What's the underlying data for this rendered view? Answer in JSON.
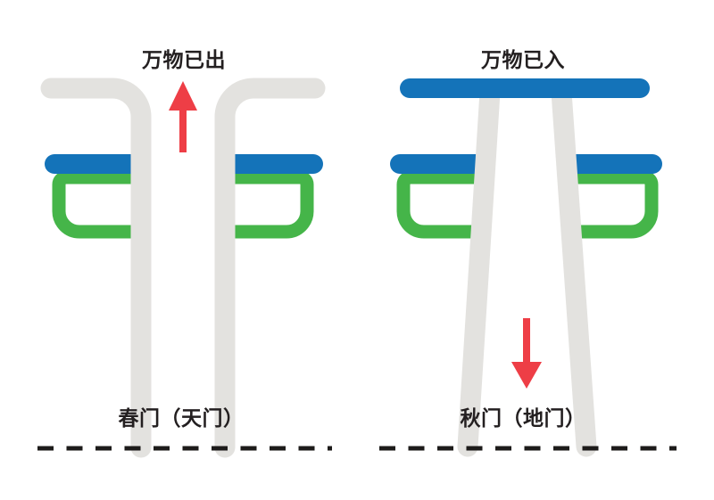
{
  "colors": {
    "background": "#ffffff",
    "blue": "#1473b9",
    "green": "#45b549",
    "gray": "#e3e2df",
    "red": "#ee3e46",
    "ink": "#231f20",
    "dash": "#1d1b1a"
  },
  "left_panel": {
    "title": "万物已出",
    "gate_label": "春门（天门）",
    "glyph_meaning": "mao-spring-gate-glyph",
    "arrow_direction": "up"
  },
  "right_panel": {
    "title": "万物已入",
    "gate_label": "秋门（地门）",
    "glyph_meaning": "you-autumn-gate-glyph",
    "arrow_direction": "down"
  }
}
